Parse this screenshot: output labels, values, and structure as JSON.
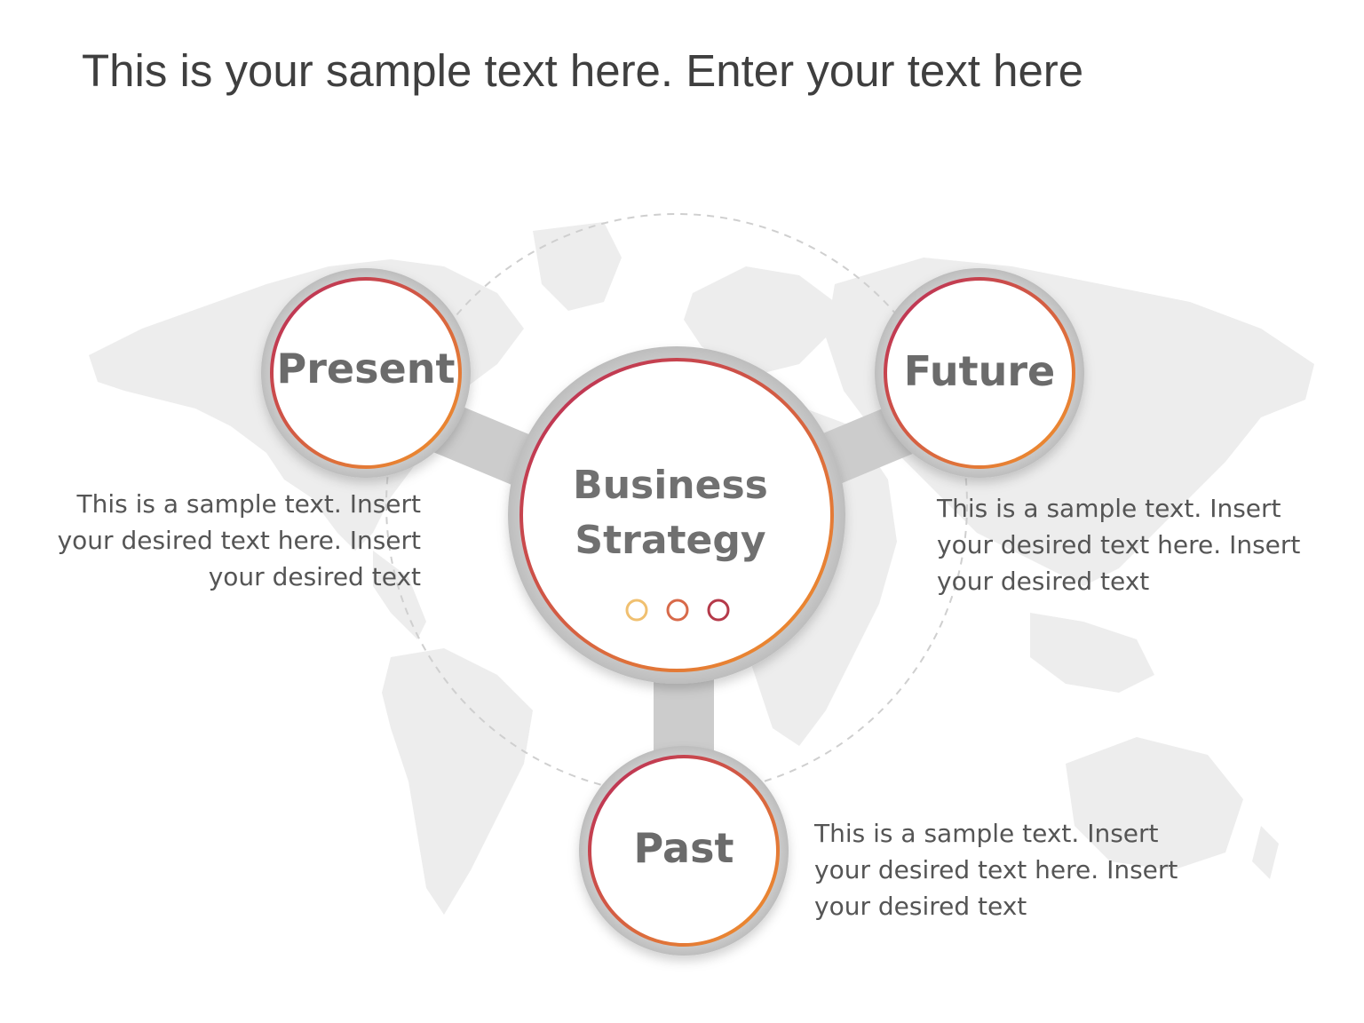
{
  "title": "This is your sample text here. Enter your text here",
  "center": {
    "line1": "Business",
    "line2": "Strategy",
    "dot_colors": [
      "#f0c070",
      "#d86a4a",
      "#b53a4a"
    ]
  },
  "nodes": {
    "present": {
      "label": "Present",
      "text": [
        "This is a sample text. Insert",
        "your desired text here. Insert",
        "your desired text"
      ]
    },
    "future": {
      "label": "Future",
      "text": [
        "This is a sample text. Insert",
        "your desired text here. Insert",
        "your desired text"
      ]
    },
    "past": {
      "label": "Past",
      "text": [
        "This is a sample text. Insert",
        "your desired text here. Insert",
        "your desired text"
      ]
    }
  },
  "colors": {
    "gradient_start": "#b8295a",
    "gradient_end": "#f2952a",
    "connector": "#cccccc",
    "map": "#ededed"
  }
}
